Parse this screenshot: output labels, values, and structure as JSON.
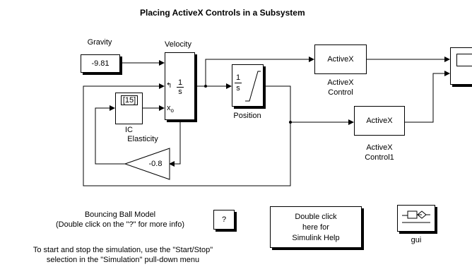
{
  "title": "Placing ActiveX Controls in a Subsystem",
  "gravity": {
    "label": "Gravity",
    "value": "-9.81"
  },
  "velocity": {
    "label": "Velocity",
    "num": "1",
    "den": "s",
    "x0": "x",
    "x0_sub": "o"
  },
  "position": {
    "label": "Position",
    "num": "1",
    "den": "s"
  },
  "ic": {
    "value": "[15]",
    "label": "IC"
  },
  "elasticity": {
    "label": "Elasticity",
    "gain": "-0.8"
  },
  "activex1": {
    "text": "ActiveX",
    "label_line1": "ActiveX",
    "label_line2": "Control"
  },
  "activex2": {
    "text": "ActiveX",
    "label_line1": "ActiveX",
    "label_line2": "Control1"
  },
  "info": {
    "line1": "Bouncing Ball Model",
    "line2": "(Double click on the \"?\" for more info)",
    "button": "?"
  },
  "help": {
    "line1": "Double click",
    "line2": "here for",
    "line3": "Simulink Help"
  },
  "gui": {
    "label": "gui"
  },
  "instructions": {
    "line1": "To start and stop the simulation, use the \"Start/Stop\"",
    "line2": "selection in the \"Simulation\" pull-down menu"
  }
}
